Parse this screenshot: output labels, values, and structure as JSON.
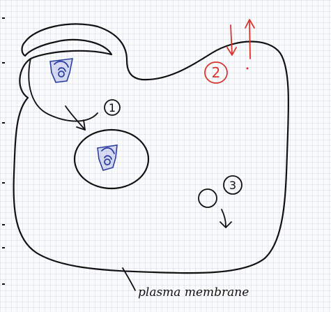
{
  "labels": {
    "step_1": "1",
    "step_2": "2",
    "step_3": "3",
    "membrane": "plasma membrane"
  },
  "colors": {
    "ink": "#111111",
    "red_marker": "#d8352e",
    "blue_marker": "#2c3f9e",
    "grid": "#c8d2e0"
  },
  "icons": {
    "arrow_down": "arrow-down-icon",
    "arrow_up": "arrow-up-icon"
  }
}
